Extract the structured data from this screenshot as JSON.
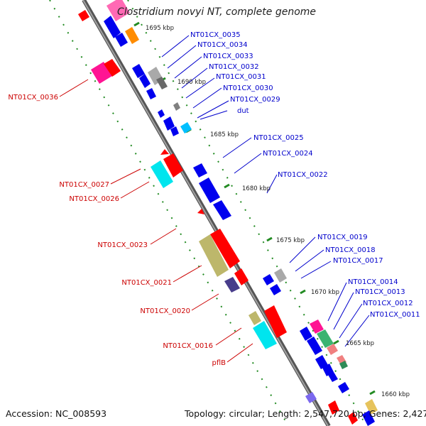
{
  "title": "Clostridium novyi NT, complete genome",
  "footer": {
    "accession": "Accession: NC_008593",
    "summary": "Topology: circular; Length: 2,547,720 bp; Genes: 2,427"
  },
  "colors": {
    "red": "#ff0000",
    "blue": "#0000ee",
    "magenta": "#ff1493",
    "orange": "#ff8c00",
    "gray": "#a9a9a9",
    "cyan": "#00e5ee",
    "khaki": "#bdb76b",
    "slateblue": "#483d8b",
    "mediumpurple": "#7b68ee",
    "salmon": "#f08080",
    "green": "#3cb371",
    "gold": "#e6c35c",
    "backbone": "#808080",
    "tick": "#228b22",
    "label_red": "#cc0000",
    "label_blue": "#0000cc"
  },
  "scale_labels": [
    "1695 kbp",
    "1690 kbp",
    "1685 kbp",
    "1680 kbp",
    "1675 kbp",
    "1670 kbp",
    "1665 kbp",
    "1660 kbp"
  ],
  "gene_labels_forward": [
    "NT01CX_0036",
    "NT01CX_0027",
    "NT01CX_0026",
    "NT01CX_0023",
    "NT01CX_0021",
    "NT01CX_0020",
    "NT01CX_0016",
    "pflB"
  ],
  "gene_labels_reverse": [
    "NT01CX_0035",
    "NT01CX_0034",
    "NT01CX_0033",
    "NT01CX_0032",
    "NT01CX_0031",
    "NT01CX_0030",
    "NT01CX_0029",
    "dut",
    "NT01CX_0025",
    "NT01CX_0024",
    "NT01CX_0022",
    "NT01CX_0019",
    "NT01CX_0018",
    "NT01CX_0017",
    "NT01CX_0014",
    "NT01CX_0013",
    "NT01CX_0012",
    "NT01CX_0011"
  ]
}
